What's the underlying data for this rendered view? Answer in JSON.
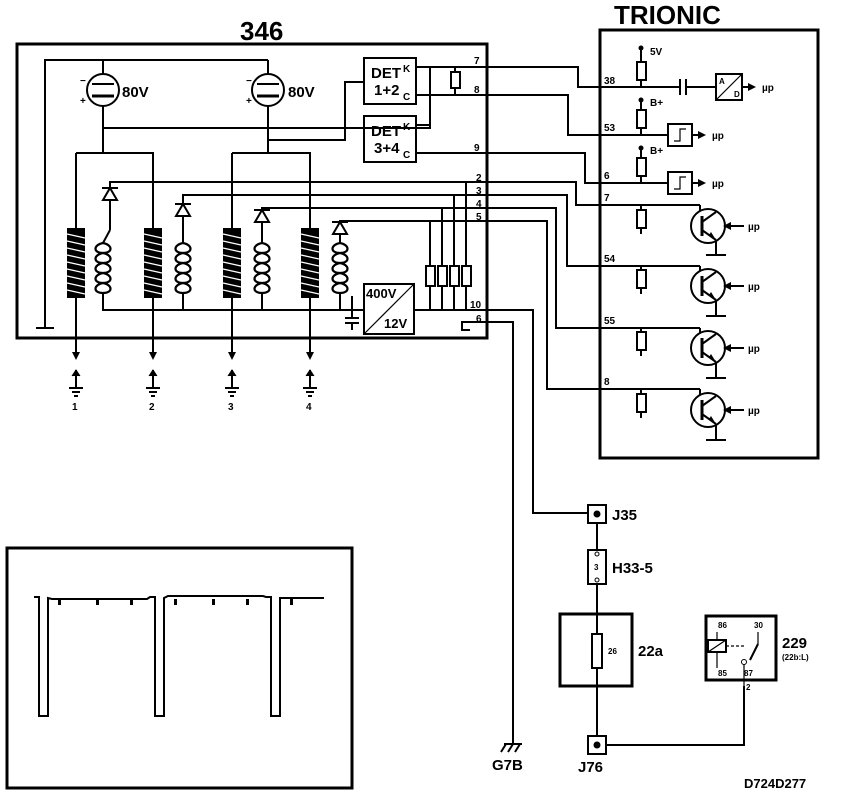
{
  "title": "TRIONIC",
  "cassette_label": "346",
  "drawing_code": "D724D277",
  "cassette": {
    "tube_voltage_1": "80V",
    "tube_voltage_2": "80V",
    "det_1_name": "DET",
    "det_1_sub": "1+2",
    "det_2_name": "DET",
    "det_2_sub": "3+4",
    "det_pin_k": "K",
    "det_pin_c": "C",
    "converter_in": "400V",
    "converter_out": "12V",
    "pins": [
      "7",
      "8",
      "9",
      "2",
      "3",
      "4",
      "5",
      "10",
      "6"
    ],
    "coil_labels": [
      "1",
      "2",
      "3",
      "4"
    ]
  },
  "trionic": {
    "pins": [
      "38",
      "53",
      "6",
      "7",
      "54",
      "55",
      "8"
    ],
    "supply_5v": "5V",
    "supply_b": "B+",
    "mu_label": "µp",
    "adc_a": "A",
    "adc_d": "D"
  },
  "connectors": {
    "j35": "J35",
    "h33": "H33-5",
    "h33_pin": "3",
    "j76": "J76",
    "ground": "G7B",
    "fuse_box": "22a",
    "fuse_pin": "26"
  },
  "relay": {
    "name": "229",
    "sub": "(22b:L)",
    "pin_86": "86",
    "pin_30": "30",
    "pin_85": "85",
    "pin_87": "87",
    "pin_2": "2"
  },
  "oscilloscope": {
    "pulses": 3
  }
}
